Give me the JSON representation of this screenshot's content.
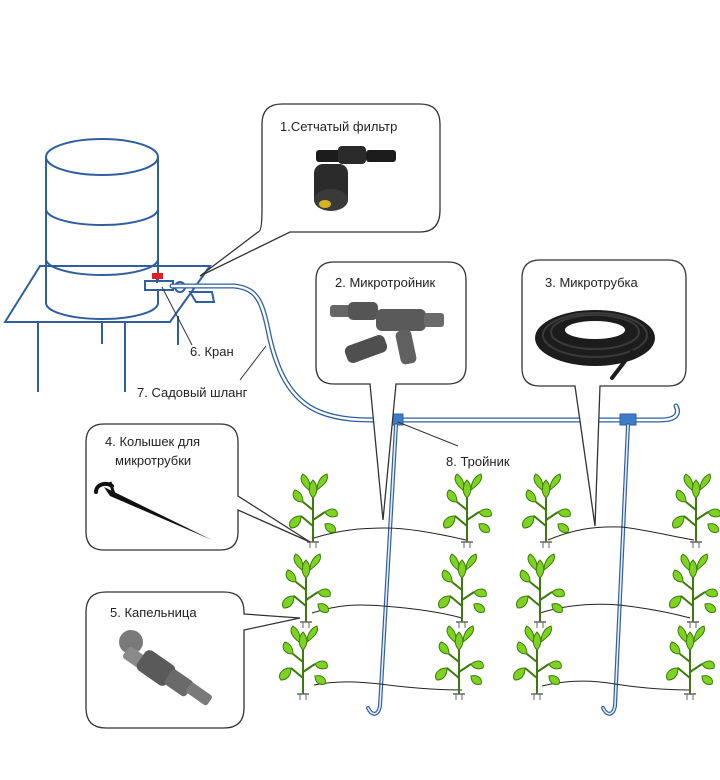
{
  "labels": {
    "filter": "1.Сетчатый фильтр",
    "micro_tee": "2. Микротройник",
    "microtube": "3. Микротрубка",
    "stake_line1": "4. Колышек для",
    "stake_line2": "микротрубки",
    "dripper": "5. Капельница",
    "valve": "6. Кран",
    "garden_hose": "7. Садовый шланг",
    "tee": "8. Тройник"
  },
  "colors": {
    "pipe": "#2f5f9e",
    "plant": "#7ed321",
    "valve_handle": "#e02020"
  }
}
